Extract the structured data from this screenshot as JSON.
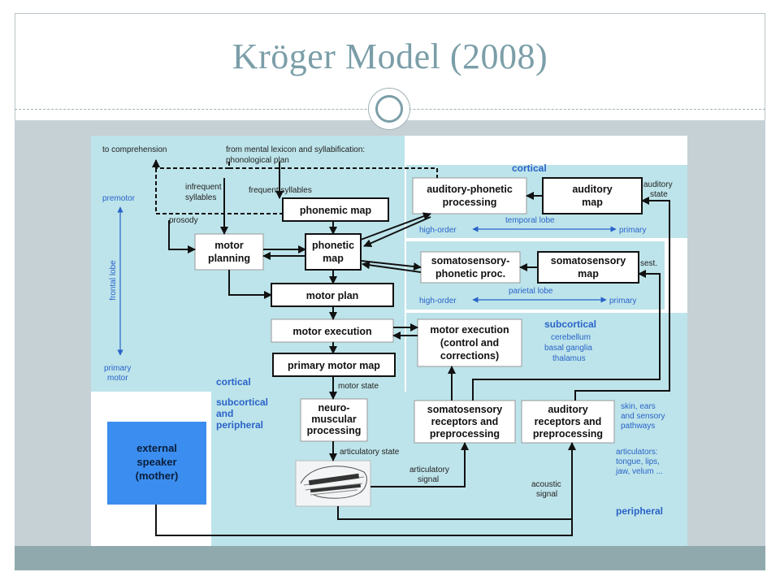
{
  "slide": {
    "title": "Kröger Model (2008)"
  },
  "colors": {
    "title": "#7b9ea8",
    "content_bg": "#c6d1d5",
    "footer_bar": "#90a9ac",
    "region_fill": "#bde4ea",
    "external_box": "#3b8ef0",
    "annotation_blue": "#2a63c9"
  },
  "diagram": {
    "top_left_labels": {
      "to_comprehension": "to comprehension",
      "from_mental_lexicon": "from mental lexicon and syllabification:",
      "phonological_plan": "phonological plan",
      "infrequent_1": "infrequent",
      "infrequent_2": "syllables",
      "frequent_syllables": "frequent syllables",
      "prosody": "prosody",
      "premotor": "premotor",
      "frontal_lobe": "frontal lobe",
      "primary_1": "primary",
      "primary_2": "motor",
      "cortical_left": "cortical",
      "motor_state": "motor state"
    },
    "boxes": {
      "phonemic_map": "phonemic map",
      "motor_planning_1": "motor",
      "motor_planning_2": "planning",
      "phonetic_map_1": "phonetic",
      "phonetic_map_2": "map",
      "motor_plan": "motor plan",
      "motor_execution": "motor execution",
      "primary_motor_map": "primary motor map",
      "neuro_1": "neuro-",
      "neuro_2": "muscular",
      "neuro_3": "processing",
      "auditory_phonetic_1": "auditory-phonetic",
      "auditory_phonetic_2": "processing",
      "auditory_map_1": "auditory",
      "auditory_map_2": "map",
      "somato_phonetic_1": "somatosensory-",
      "somato_phonetic_2": "phonetic proc.",
      "somato_map_1": "somatosensory",
      "somato_map_2": "map",
      "motor_exec_ctrl_1": "motor execution",
      "motor_exec_ctrl_2": "(control and",
      "motor_exec_ctrl_3": "corrections)",
      "somato_receptors_1": "somatosensory",
      "somato_receptors_2": "receptors and",
      "somato_receptors_3": "preprocessing",
      "auditory_receptors_1": "auditory",
      "auditory_receptors_2": "receptors and",
      "auditory_receptors_3": "preprocessing",
      "external_1": "external",
      "external_2": "speaker",
      "external_3": "(mother)"
    },
    "right_labels": {
      "cortical_right": "cortical",
      "auditory_state_1": "auditory",
      "auditory_state_2": "state",
      "high_order_1": "high-order",
      "temporal_lobe": "temporal lobe",
      "primary_t": "primary",
      "sest": "sest.",
      "high_order_2": "high-order",
      "parietal_lobe": "parietal lobe",
      "primary_p": "primary",
      "subcortical": "subcortical",
      "cerebellum": "cerebellum",
      "basal_ganglia": "basal ganglia",
      "thalamus": "thalamus",
      "subcortical_and_1": "subcortical",
      "subcortical_and_2": "and",
      "subcortical_and_3": "peripheral",
      "articulatory_state": "articulatory state",
      "articulatory_signal_1": "articulatory",
      "articulatory_signal_2": "signal",
      "acoustic_signal_1": "acoustic",
      "acoustic_signal_2": "signal",
      "skin_1": "skin, ears",
      "skin_2": "and sensory",
      "skin_3": "pathways",
      "articulators_1": "articulators:",
      "articulators_2": "tongue, lips,",
      "articulators_3": "jaw, velum ...",
      "peripheral": "peripheral"
    }
  }
}
